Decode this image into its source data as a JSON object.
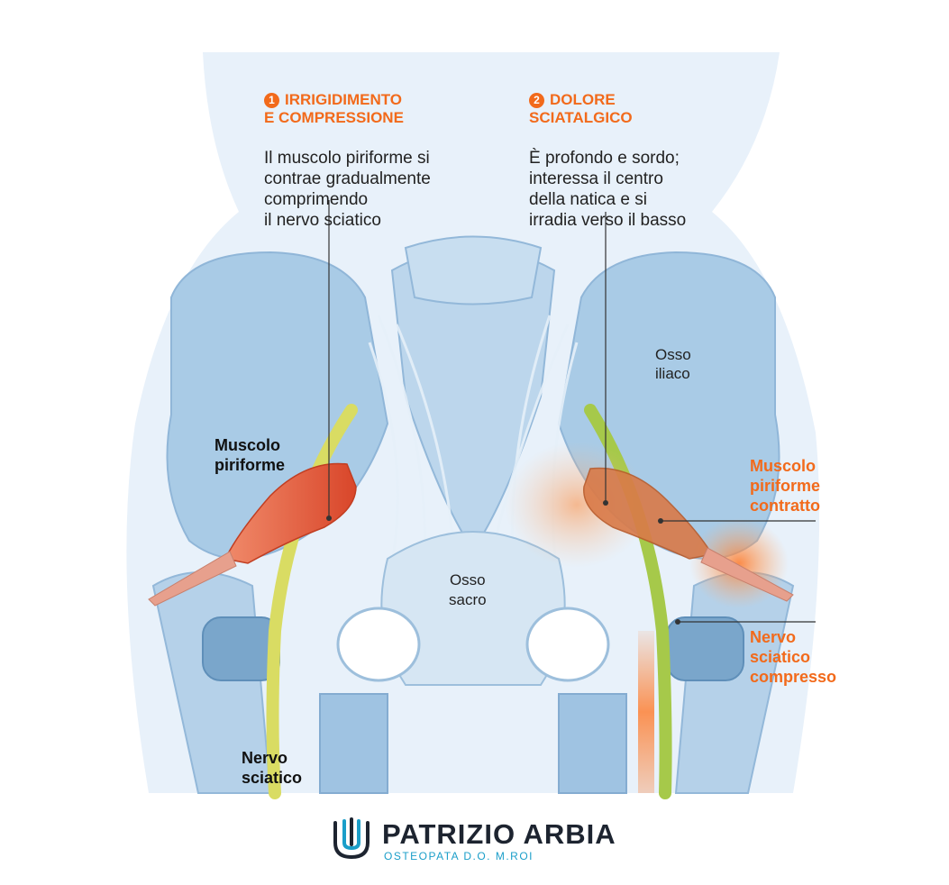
{
  "callouts": [
    {
      "number": "1",
      "heading": "IRRIGIDIMENTO\nE COMPRESSIONE",
      "text": "Il muscolo piriforme si\ncontrae gradualmente\ncomprimendo\nil nervo sciatico"
    },
    {
      "number": "2",
      "heading": "DOLORE\nSCIATALGICO",
      "text": "È profondo e sordo;\ninteressa il centro\ndella natica e si\nirradia verso il basso"
    }
  ],
  "labels": {
    "osso_iliaco": "Osso\niliaco",
    "osso_sacro": "Osso\nsacro",
    "muscolo_piriforme": "Muscolo\npiriforme",
    "nervo_sciatico": "Nervo\nsciatico",
    "muscolo_piriforme_contratto": "Muscolo\npiriforme\ncontratto",
    "nervo_sciatico_compresso": "Nervo\nsciatico\ncompresso"
  },
  "brand": {
    "name": "PATRIZIO ARBIA",
    "subtitle": "OSTEOPATA D.O. M.ROI",
    "icon": "osteopath-logo-icon"
  },
  "colors": {
    "accent_orange": "#f26a1b",
    "bone_blue": "#a9cbe6",
    "nerve_yellow": "#d9dc63",
    "nerve_green": "#a6c94a",
    "muscle_red": "#e25a38",
    "brand_teal": "#1a9ec9"
  }
}
